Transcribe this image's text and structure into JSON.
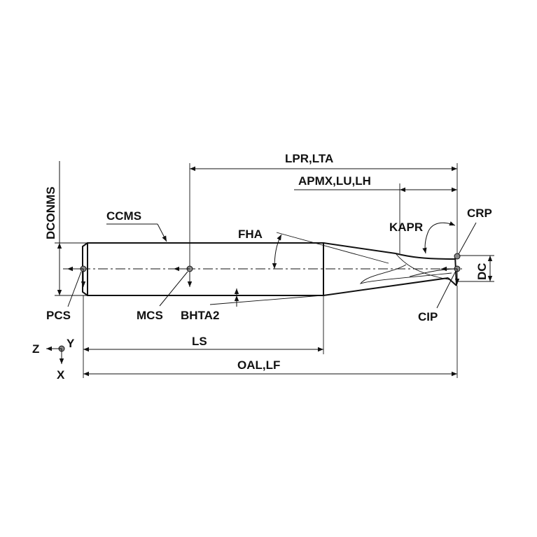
{
  "labels": {
    "lpr_lta": "LPR,LTA",
    "apmx_lu_lh": "APMX,LU,LH",
    "dconms": "DCONMS",
    "ccms": "CCMS",
    "fha": "FHA",
    "kapr": "KAPR",
    "crp": "CRP",
    "dc": "DC",
    "pcs": "PCS",
    "mcs": "MCS",
    "bhta2": "BHTA2",
    "cip": "CIP",
    "ls": "LS",
    "oal_lf": "OAL,LF",
    "axis_z": "Z",
    "axis_y": "Y",
    "axis_x": "X"
  },
  "colors": {
    "line": "#111111",
    "point_fill": "#888888",
    "background": "#ffffff"
  }
}
